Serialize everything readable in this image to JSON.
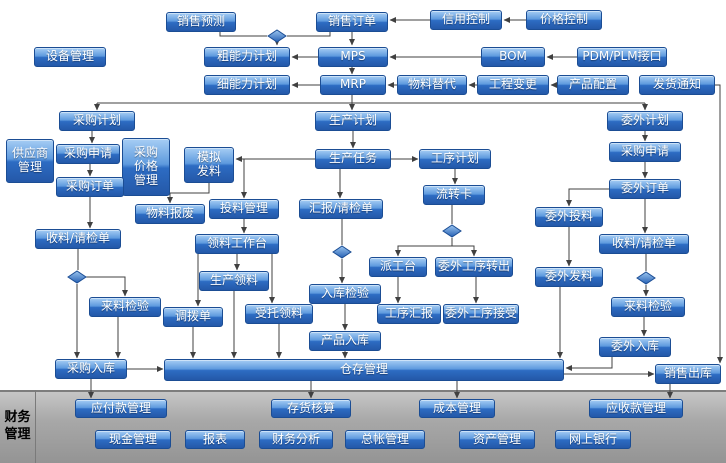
{
  "colors": {
    "box_blue_top": "#a6cdf4",
    "box_blue_bottom": "#2458a8",
    "box_border": "#1b4d94",
    "connector_line": "#404040",
    "finance_band_gray": "#a8a8a8",
    "box_text": "#ffffff"
  },
  "nodes": {
    "sales_forecast": "销售预测",
    "sales_order": "销售订单",
    "credit_control": "信用控制",
    "price_control": "价格控制",
    "equipment_mgmt": "设备管理",
    "rough_capacity": "粗能力计划",
    "mps": "MPS",
    "bom": "BOM",
    "pdm_plm": "PDM/PLM接口",
    "fine_capacity": "细能力计划",
    "mrp": "MRP",
    "material_substitute": "物料替代",
    "engineering_change": "工程变更",
    "product_config": "产品配置",
    "delivery_notice": "发货通知",
    "purchase_plan": "采购计划",
    "production_plan": "生产计划",
    "outsourcing_plan": "委外计划",
    "supplier_mgmt": "供应商\n管理",
    "purchase_request": "采购申请",
    "purchase_price_mgmt": "采购\n价格\n管理",
    "simulated_issue": "模拟\n发料",
    "production_task": "生产任务",
    "process_plan": "工序计划",
    "outsourcing_purchase_request": "采购申请",
    "purchase_order": "采购订单",
    "transfer_card": "流转卡",
    "outsourcing_order": "委外订单",
    "material_scrap": "物料报废",
    "feeding_mgmt": "投料管理",
    "report_inspection": "汇报/请检单",
    "outsourcing_feeding": "委外投料",
    "receive_inspection": "收料/请检单",
    "picking_workbench": "领料工作台",
    "outsourcing_receive_inspection": "收料/请检单",
    "dispatch_station": "派工台",
    "outsourcing_process_out": "委外工序转出",
    "production_picking": "生产领料",
    "outsourcing_issue": "委外发料",
    "incoming_inspection": "来料检验",
    "warehousing_inspection": "入库检验",
    "process_report": "工序汇报",
    "outsourcing_process_in": "委外工序接受",
    "transfer_order": "调拨单",
    "entrusted_picking": "受托领料",
    "outsourcing_incoming_inspection": "来料检验",
    "product_warehousing": "产品入库",
    "outsourcing_warehousing": "委外入库",
    "purchase_warehousing": "采购入库",
    "warehouse_mgmt": "仓存管理",
    "sales_delivery": "销售出库"
  },
  "finance": {
    "section_label": "财务\n管理",
    "modules": {
      "ap_mgmt": "应付款管理",
      "inventory_accounting": "存货核算",
      "cost_mgmt": "成本管理",
      "ar_mgmt": "应收款管理",
      "cash_mgmt": "现金管理",
      "reports": "报表",
      "financial_analysis": "财务分析",
      "general_ledger": "总帐管理",
      "asset_mgmt": "资产管理",
      "online_banking": "网上银行"
    }
  }
}
